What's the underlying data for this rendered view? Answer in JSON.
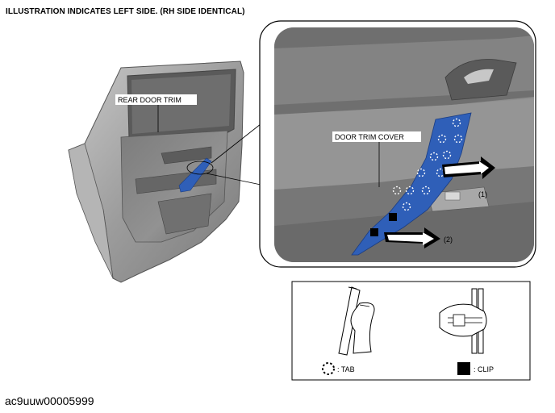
{
  "header": "ILLUSTRATION INDICATES LEFT SIDE.  (RH SIDE IDENTICAL)",
  "labels": {
    "rear_door_trim": "REAR DOOR TRIM",
    "door_trim_cover": "DOOR TRIM COVER",
    "step1": "(1)",
    "step2": "(2)"
  },
  "legend": {
    "tab": ": TAB",
    "clip": ": CLIP"
  },
  "doc_id": "ac9uuw00005999",
  "colors": {
    "cover_blue": "#2f5fb8",
    "door_gray": "#9a9a9a",
    "detail_gray": "#7c7c7c"
  }
}
